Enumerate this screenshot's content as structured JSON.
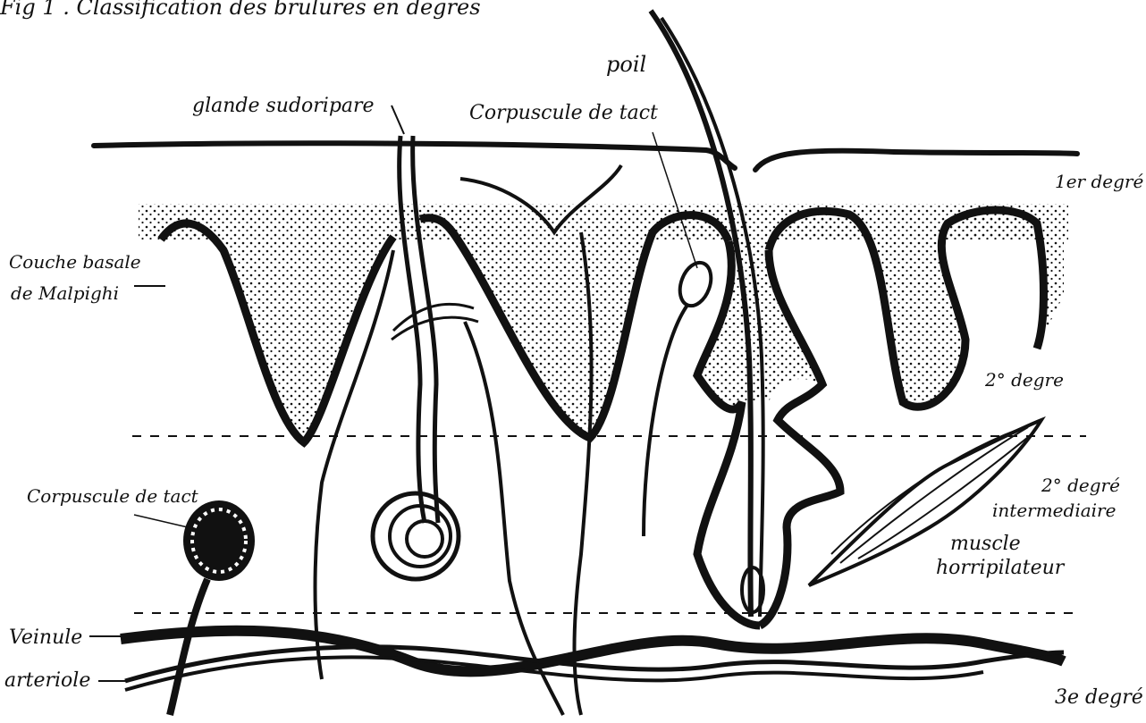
{
  "title": "Fig 1 . Classification des brulures en degres",
  "labels": {
    "poil": "poil",
    "glande": "glande sudoripare",
    "corpuscule_top": "Corpuscule de tact",
    "premier_degre": "1er degré",
    "couche_line1": "Couche basale",
    "couche_line2": "de Malpighi",
    "deuxieme_degre": "2° degre",
    "deuxieme_inter_line1": "2° degré",
    "deuxieme_inter_line2": "intermediaire",
    "muscle_line1": "muscle",
    "muscle_line2": "horripilateur",
    "corpuscule_left": "Corpuscule de tact",
    "veinule": "Veinule",
    "arteriole": "arteriole",
    "troisieme_degre": "3e degré"
  },
  "colors": {
    "ink": "#111111",
    "paper": "#ffffff"
  }
}
